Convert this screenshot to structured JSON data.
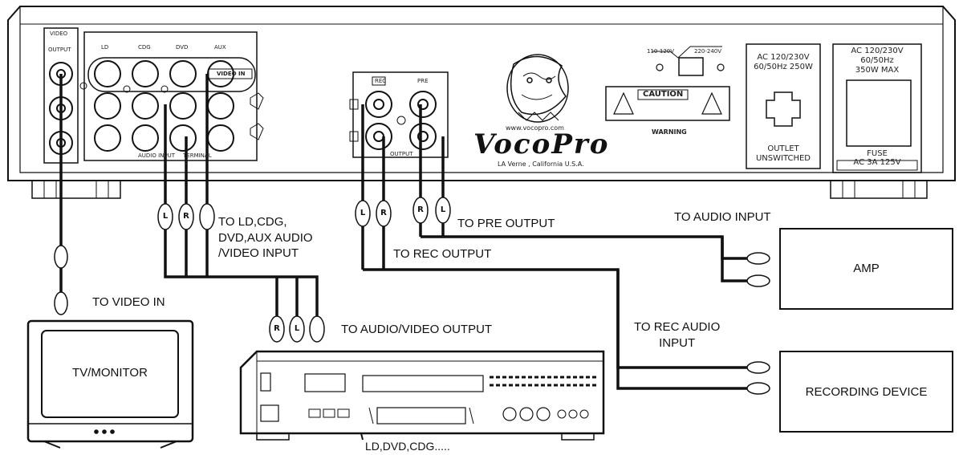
{
  "panel": {
    "video_header": "VIDEO",
    "video_output": "OUTPUT",
    "input_labels": [
      "LD",
      "CDG",
      "DVD",
      "AUX"
    ],
    "video_in_tag": "VIDEO IN",
    "audio_input_label": "AUDIO INPUT",
    "terminal_label": "TERMINAL",
    "rec_label": "REC",
    "pre_label": "PRE",
    "output_label": "OUTPUT",
    "website": "www.vocopro.com",
    "brand": "VocoPro",
    "location": "LA  Verne , California U.S.A.",
    "voltage_low": "110-120V",
    "voltage_high": "220-240V",
    "caution": "CAUTION",
    "warning": "WARNING",
    "outlet_rating": "AC 120/230V\n60/50Hz 250W",
    "outlet_label": "OUTLET\nUNSWITCHED",
    "power_rating": "AC 120/230V\n60/50Hz\n350W MAX",
    "fuse_label": "FUSE\nAC 3A 125V"
  },
  "labels": {
    "to_video_in": "TO VIDEO IN",
    "to_ld_cdg": "TO LD,CDG,\nDVD,AUX AUDIO\n/VIDEO INPUT",
    "to_av_output": "TO AUDIO/VIDEO OUTPUT",
    "to_pre_output": "TO PRE OUTPUT",
    "to_rec_output": "TO REC OUTPUT",
    "to_audio_input": "TO AUDIO INPUT",
    "to_rec_audio_input": "TO REC AUDIO\nINPUT",
    "player_caption": "LD,DVD,CDG....."
  },
  "devices": {
    "tv": "TV/MONITOR",
    "amp": "AMP",
    "recorder": "RECORDING DEVICE"
  },
  "plugs": {
    "left": "L",
    "right": "R"
  }
}
